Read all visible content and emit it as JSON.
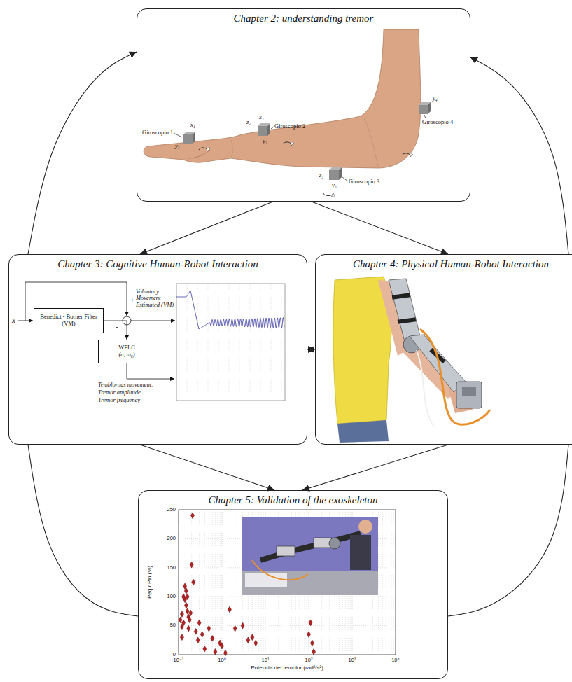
{
  "diagram": {
    "nodes": [
      {
        "text": [
          "Chapter 2: understanding tremor"
        ]
      },
      {
        "text": [
          "Chapter 3: Cognitive Human-Robot Interaction"
        ]
      },
      {
        "text": [
          "Benedict - Borner Filter (VM)"
        ],
        "in": 1
      },
      {
        "text": [
          "WFLC",
          "(a, ω₀)"
        ],
        "in": 1
      },
      {
        "text": [
          "Chapter 4: Physical Human-Robot Interaction"
        ]
      },
      {
        "text": [
          "Chapter 5: Validation of the exoskeleton"
        ]
      }
    ],
    "edges": [
      {
        "from": 0,
        "to": 1,
        "arrow": "to"
      },
      {
        "from": 0,
        "to": 4,
        "arrow": "to"
      },
      {
        "from": 1,
        "to": 4,
        "arrow": "both"
      },
      {
        "from": 1,
        "to": 5,
        "arrow": "to"
      },
      {
        "from": 4,
        "to": 5,
        "arrow": "to"
      },
      {
        "from": 1,
        "to": 0,
        "arrow": "to"
      },
      {
        "from": 4,
        "to": 0,
        "arrow": "to"
      },
      {
        "from": 1,
        "to": 5,
        "arrow": "none"
      },
      {
        "from": 5,
        "to": 4,
        "arrow": "none"
      },
      {
        "from": 2,
        "to": 3,
        "arrow": "to"
      }
    ],
    "labels": [
      "x₁",
      "y₁",
      "Giroscopio 1",
      "z₂",
      "x₂",
      "y₂",
      "Giroscopio 2",
      "y₄",
      "Giroscopio 4",
      "z₃",
      "y₃",
      "Giroscopio 3",
      "x",
      "+",
      "-",
      "Voluntary Movement Estimated (VM)",
      "Temblorous movement:",
      "Tremor amplitude",
      "Tremor frequency",
      "250",
      "200",
      "150",
      "100",
      "50",
      "0",
      "10⁻¹",
      "10⁰",
      "10¹",
      "10²",
      "10³",
      "10⁴",
      "Peq / Pin (%)",
      "Potencia del temblor (rad²/s²)"
    ]
  }
}
